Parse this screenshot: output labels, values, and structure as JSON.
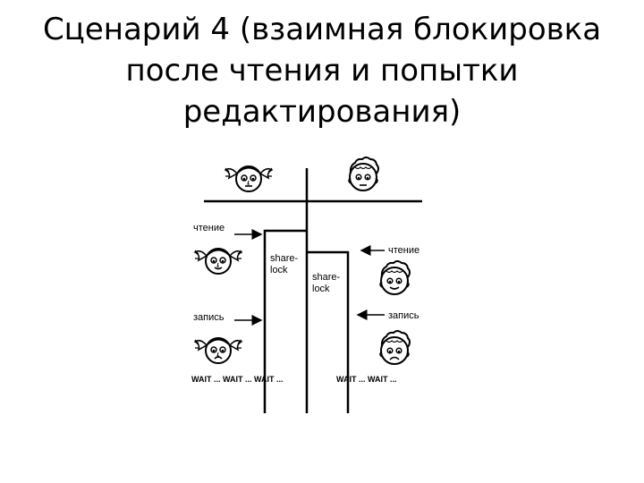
{
  "title": {
    "line1": "Сценарий 4 (взаимная блокировка",
    "line2": "после чтения и попытки",
    "line3": "редактирования)"
  },
  "labels": {
    "left_read": "чтение",
    "left_write": "запись",
    "right_read": "чтение",
    "right_write": "запись",
    "lock_left_1": "share-",
    "lock_left_2": "lock",
    "lock_right_1": "share-",
    "lock_right_2": "lock",
    "wait_left": "WAIT ... WAIT ... WAIT ...",
    "wait_right": "WAIT ... WAIT ..."
  },
  "icons": {
    "left_user": "girl-face-icon",
    "right_user": "boy-face-icon"
  }
}
